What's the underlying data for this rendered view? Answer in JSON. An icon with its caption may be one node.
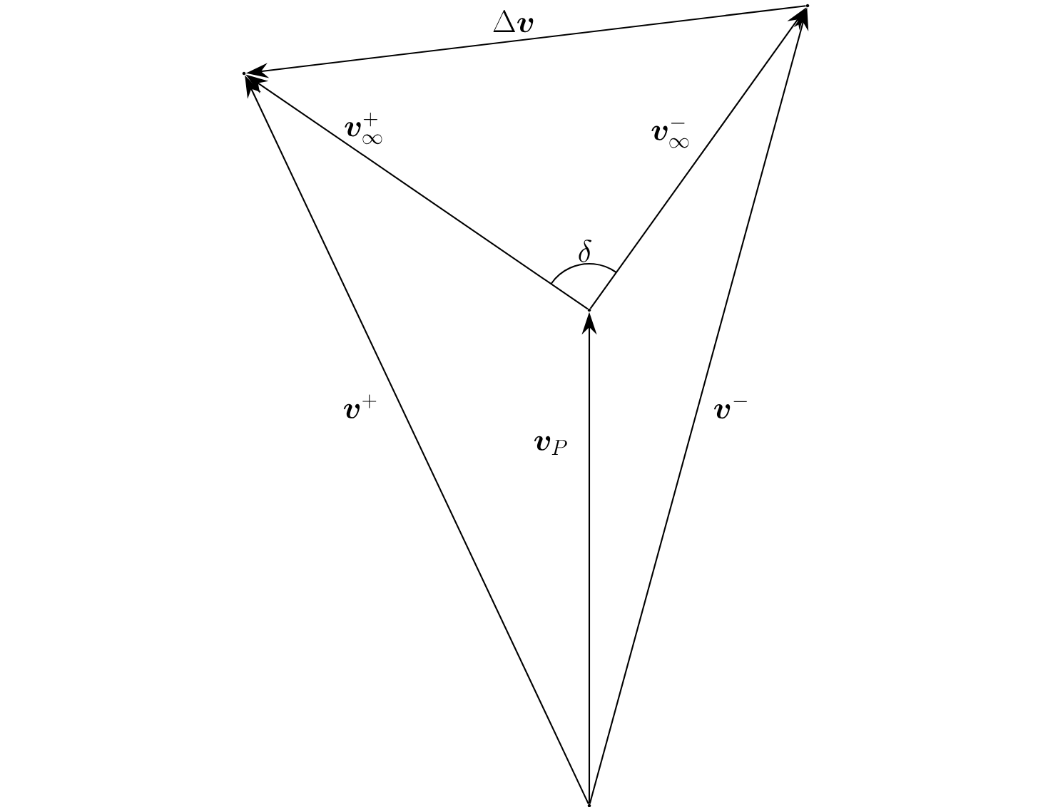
{
  "diagram": {
    "nodes": [
      {
        "text": [],
        "shape": "point"
      },
      {
        "text": [],
        "shape": "point"
      },
      {
        "text": [],
        "shape": "point"
      },
      {
        "text": [],
        "shape": "point"
      }
    ],
    "edges": [
      {
        "from": 0,
        "to": 1,
        "arrow": "to",
        "label": "\\boldsymbol{v}_{P}"
      },
      {
        "from": 0,
        "to": 2,
        "arrow": "to",
        "label": "\\boldsymbol{v}^{+}"
      },
      {
        "from": 0,
        "to": 3,
        "arrow": "to",
        "label": "\\boldsymbol{v}^{-}"
      },
      {
        "from": 1,
        "to": 2,
        "arrow": "to",
        "label": "\\boldsymbol{v}^{+}_{\\infty}"
      },
      {
        "from": 1,
        "to": 3,
        "arrow": "to",
        "label": "\\boldsymbol{v}^{-}_{\\infty}"
      },
      {
        "from": 3,
        "to": 2,
        "arrow": "to",
        "label": "\\Delta\\boldsymbol{v}"
      }
    ],
    "labels": [
      "\\delta"
    ]
  }
}
